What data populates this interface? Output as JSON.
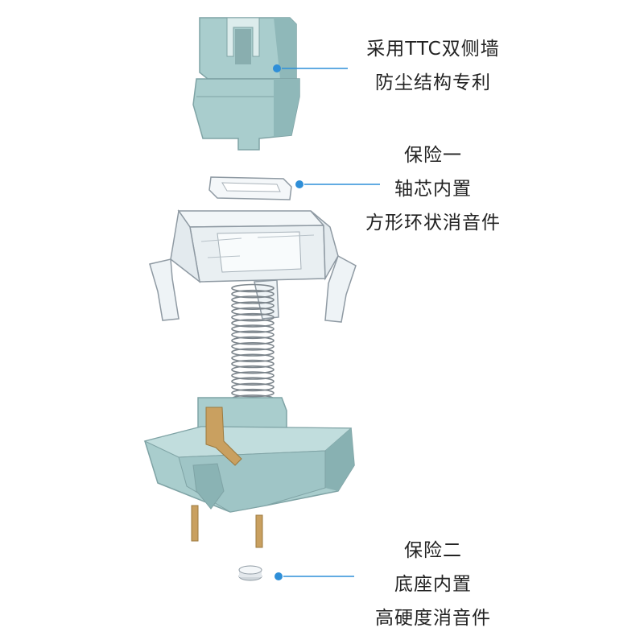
{
  "colors": {
    "mint": "#a9cdcd",
    "mint_dark": "#86b0b1",
    "clear": "#eef3f6",
    "clear_edge": "#8f9aa3",
    "gold": "#c9a060",
    "dot": "#2f8fd8",
    "line": "#2f8fd8",
    "text": "#222222"
  },
  "callouts": [
    {
      "id": "stem",
      "lines": [
        "采用TTC双侧墙",
        "防尘结构专利"
      ]
    },
    {
      "id": "ring",
      "lines": [
        "保险一",
        "轴芯内置",
        "方形环状消音件"
      ]
    },
    {
      "id": "pad",
      "lines": [
        "保险二",
        "底座内置",
        "高硬度消音件"
      ]
    }
  ]
}
